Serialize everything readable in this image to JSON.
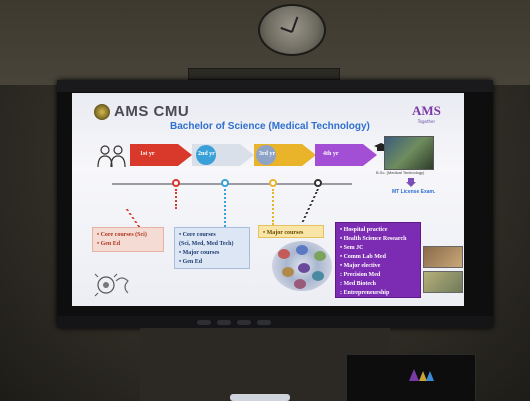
{
  "brand": {
    "name": "AMS CMU"
  },
  "slide": {
    "subtitle": "Bachelor of Science (Medical Technology)",
    "logo_mark": "AMS",
    "logo_small": "Together"
  },
  "years": [
    {
      "label": "1st yr",
      "color": "#d8392b"
    },
    {
      "label": "2nd yr",
      "color": "#3aa0d8"
    },
    {
      "label": "3rd yr",
      "color": "#e9b32a"
    },
    {
      "label": "4th yr",
      "color": "#a24fd6"
    }
  ],
  "graduate": {
    "caption": "B.Sc. (Medical Technology)",
    "license": "MT License Exam."
  },
  "boxes": {
    "year1": [
      "• Core courses (Sci)",
      "• Gen Ed"
    ],
    "year2": [
      "• Core courses",
      "(Sci, Med, Med Tech)",
      "• Major courses",
      "• Gen Ed"
    ],
    "year3": [
      "• Major courses"
    ],
    "year4": [
      "• Hospital practice",
      "• Health Science Research",
      "• Sem JC",
      "• Comm Lab Med",
      "• Major elective",
      "  : Precision Med",
      "  : Med Biotech",
      "  : Entrepreneurship"
    ]
  },
  "icons": {
    "people": "people-icon",
    "graduation": "graduation-cap-icon",
    "down_arrow": "down-arrow-icon",
    "virus": "virus-icon",
    "clock": "wall-clock",
    "ams_logo": "ams-logo-icon"
  }
}
